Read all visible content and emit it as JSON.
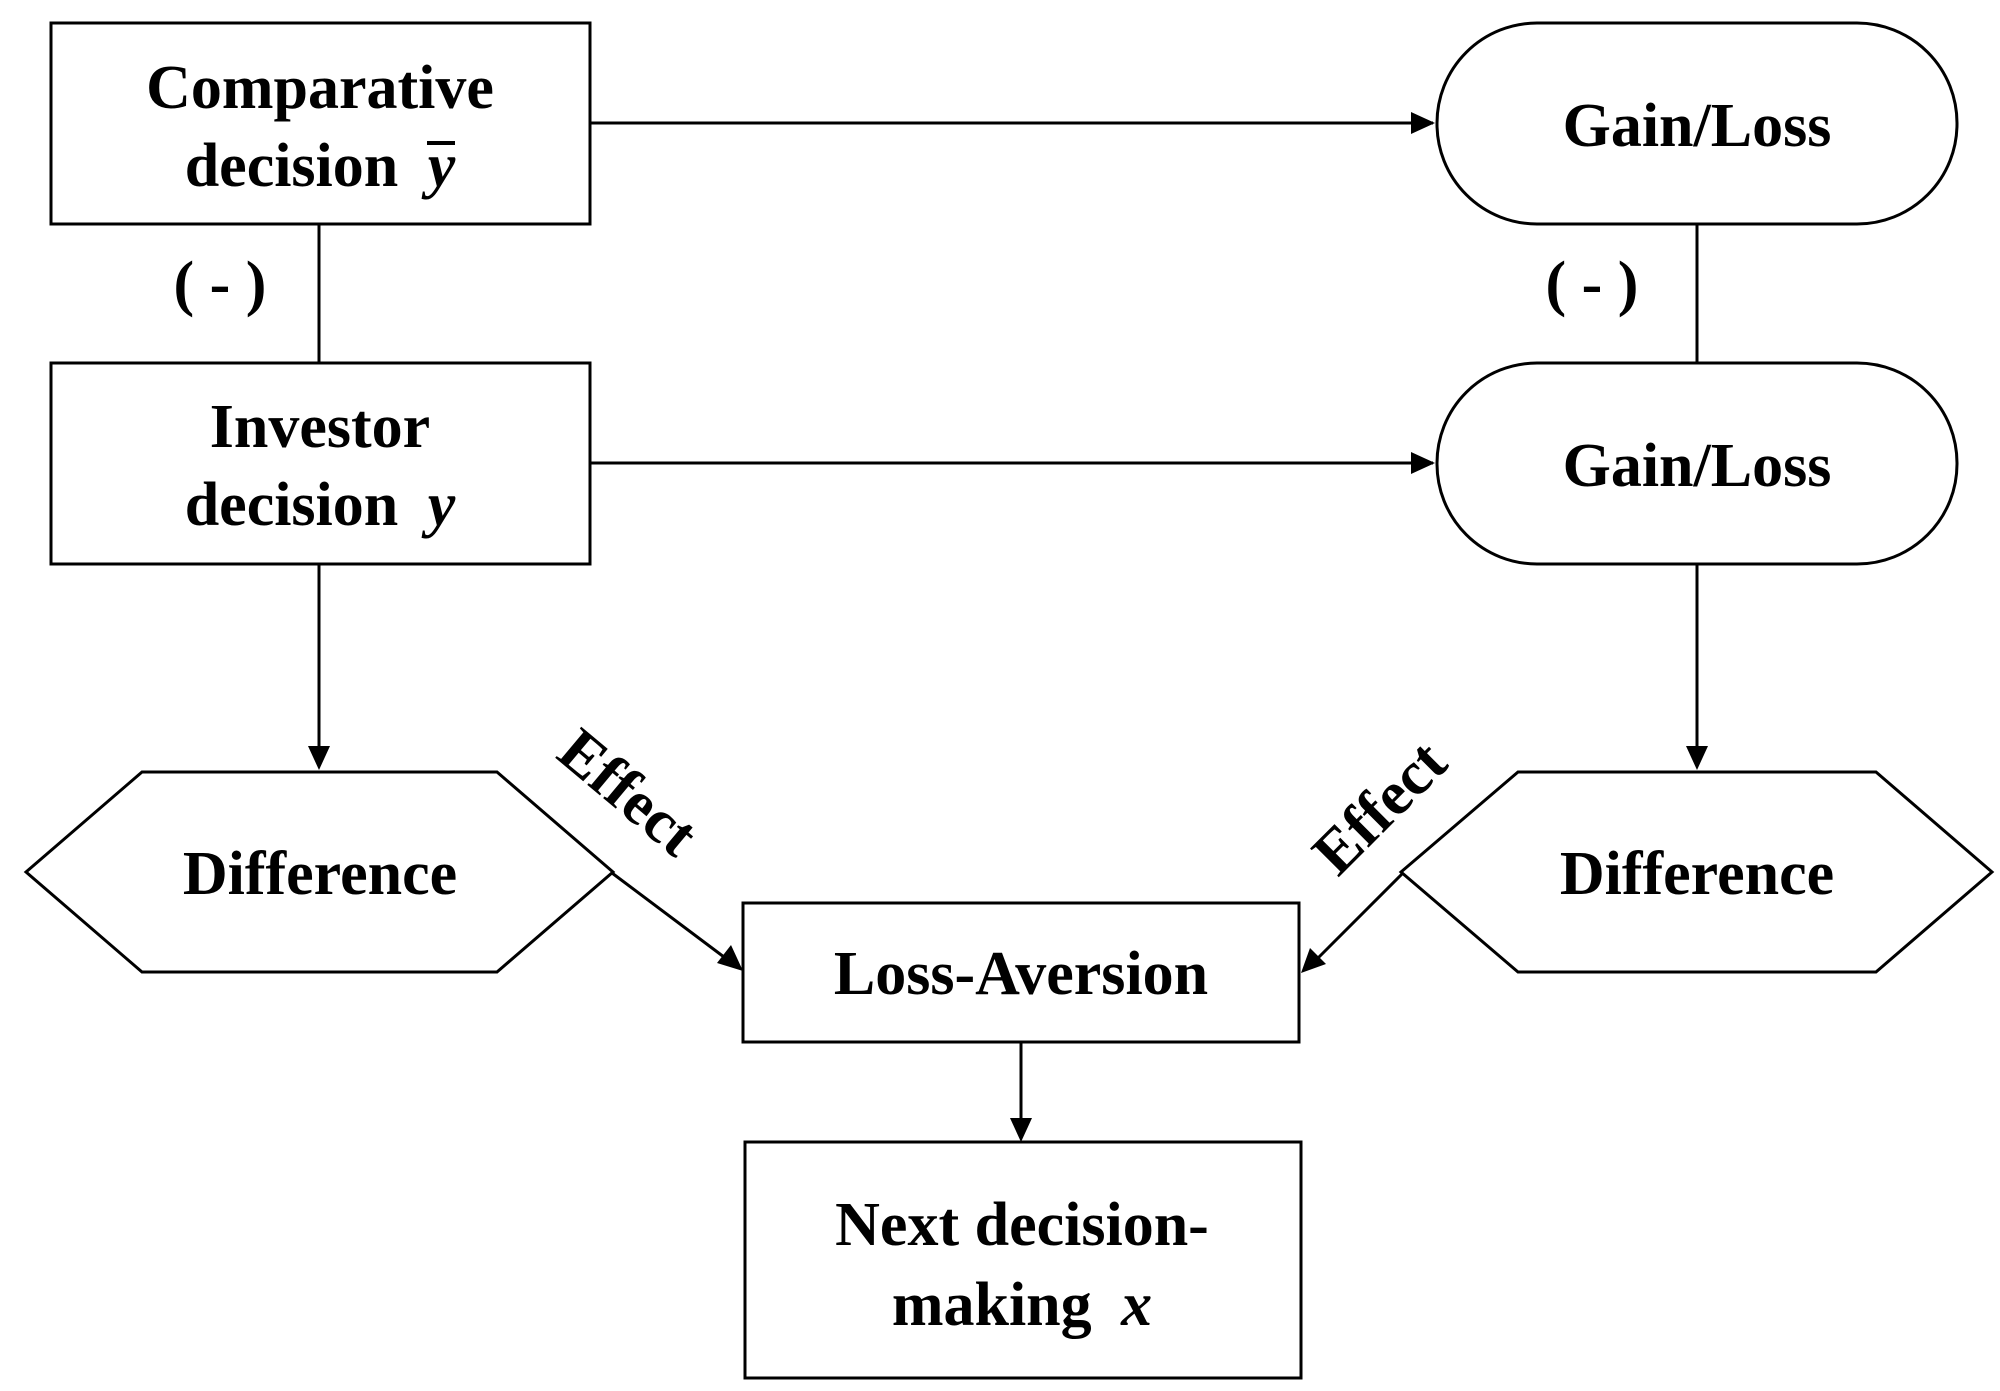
{
  "nodes": {
    "comparative": {
      "line1": "Comparative",
      "line2": "decision",
      "var": "y"
    },
    "gain_loss_top": {
      "label": "Gain/Loss"
    },
    "investor": {
      "line1": "Investor",
      "line2": "decision",
      "var": "y"
    },
    "gain_loss_bottom": {
      "label": "Gain/Loss"
    },
    "difference_left": {
      "label": "Difference"
    },
    "difference_right": {
      "label": "Difference"
    },
    "loss_aversion": {
      "label": "Loss-Aversion"
    },
    "next_decision": {
      "line1": "Next decision-",
      "line2": "making",
      "var": "x"
    }
  },
  "edge_labels": {
    "minus_left": "( - )",
    "minus_right": "( - )",
    "effect_left": "Effect",
    "effect_right": "Effect"
  }
}
